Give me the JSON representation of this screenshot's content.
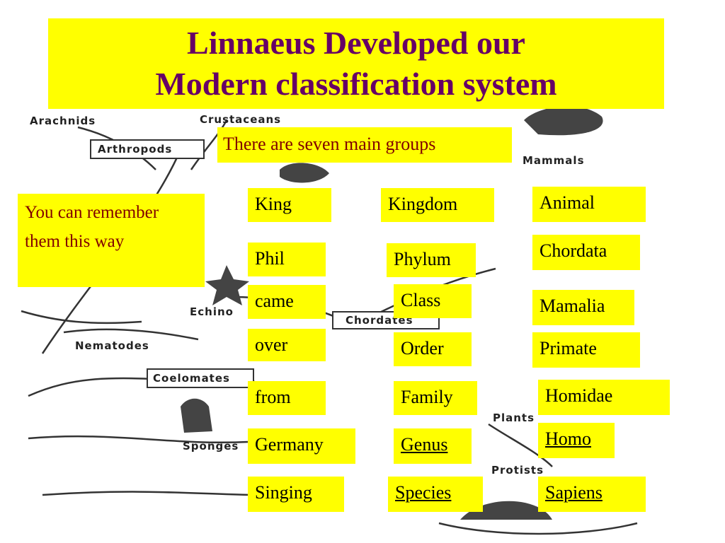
{
  "title": {
    "line1": "Linnaeus Developed our",
    "line2": "Modern classification system"
  },
  "subtitle": "There are seven main groups",
  "mnemonic_note": "You can remember them this way",
  "mnemonic": [
    "King",
    "Phil",
    "came",
    "over",
    "from",
    "Germany",
    "Singing"
  ],
  "ranks": [
    "Kingdom",
    "Phylum",
    "Class",
    "Order",
    "Family",
    "Genus",
    "Species"
  ],
  "human_classification": [
    "Animal",
    "Chordata",
    "Mamalia",
    "Primate",
    "Homidae",
    "Homo",
    "Sapiens"
  ],
  "background_diagram_labels": {
    "arachnids": "Arachnids",
    "crustaceans": "Crustaceans",
    "arthropods": "Arthropods",
    "mammals": "Mammals",
    "echino": "Echino",
    "nematodes": "Nematodes",
    "coelomates": "Coelomates",
    "sponges": "Sponges",
    "chordates": "Chordates",
    "plants": "Plants",
    "protists": "Protists"
  },
  "colors": {
    "box": "#ffff00",
    "title_text": "#660066",
    "note_text": "#800000"
  }
}
